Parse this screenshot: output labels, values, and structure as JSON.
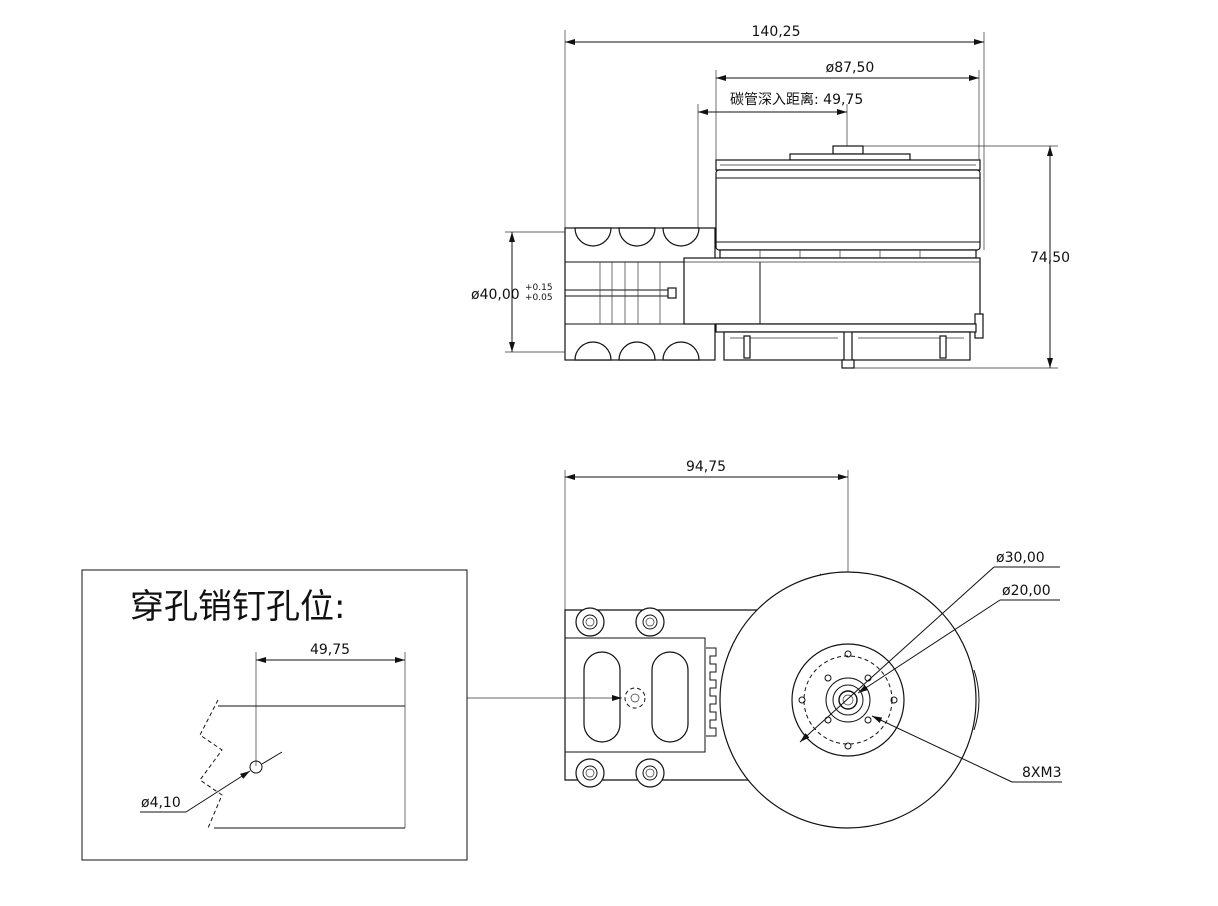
{
  "side_view": {
    "dim_total_length": "140,25",
    "dim_motor_diameter": "ø87,50",
    "dim_tube_insert": "碳管深入距离: 49,75",
    "dim_height": "74,50",
    "dim_tube_diameter": "ø40,00",
    "tol_upper": "+0.15",
    "tol_lower": "+0.05"
  },
  "top_view": {
    "dim_center_distance": "94,75",
    "dim_d30": "ø30,00",
    "dim_d20": "ø20,00",
    "dim_screws": "8XM3"
  },
  "detail": {
    "title": "穿孔销钉孔位:",
    "dim_distance": "49,75",
    "dim_hole": "ø4,10"
  }
}
